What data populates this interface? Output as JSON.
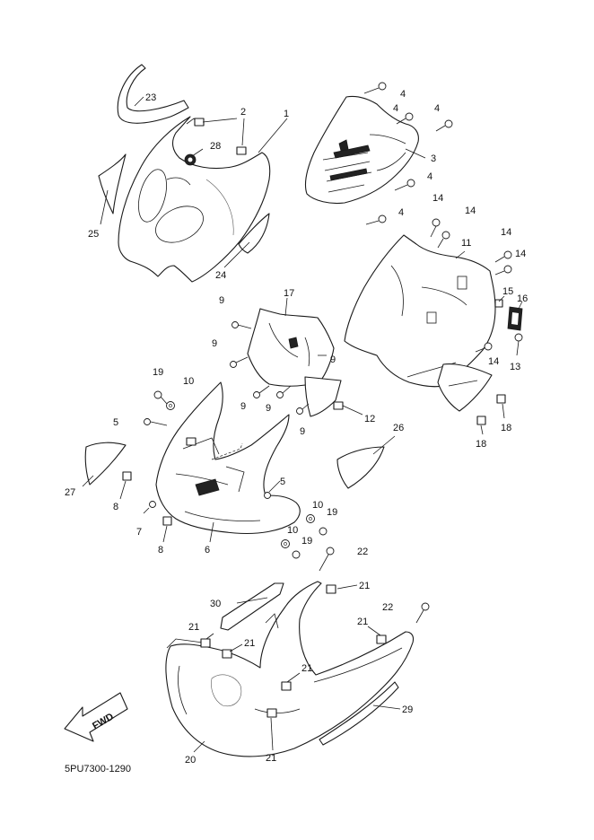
{
  "diagram_code": "5PU7300-1290",
  "fwd_label": "FWD",
  "callouts": {
    "c1": "1",
    "c2": "2",
    "c3": "3",
    "c4a": "4",
    "c4b": "4",
    "c4c": "4",
    "c4d": "4",
    "c4e": "4",
    "c5a": "5",
    "c5b": "5",
    "c6": "6",
    "c7": "7",
    "c8a": "8",
    "c8b": "8",
    "c9a": "9",
    "c9b": "9",
    "c9c": "9",
    "c9d": "9",
    "c9e": "9",
    "c10a": "10",
    "c10b": "10",
    "c10c": "10",
    "c11": "11",
    "c12": "12",
    "c13": "13",
    "c14a": "14",
    "c14b": "14",
    "c14c": "14",
    "c14d": "14",
    "c14e": "14",
    "c15": "15",
    "c16": "16",
    "c17": "17",
    "c18a": "18",
    "c18b": "18",
    "c19a": "19",
    "c19b": "19",
    "c19c": "19",
    "c20": "20",
    "c21a": "21",
    "c21b": "21",
    "c21c": "21",
    "c21d": "21",
    "c21e": "21",
    "c21f": "21",
    "c22a": "22",
    "c22b": "22",
    "c23": "23",
    "c24": "24",
    "c25": "25",
    "c26": "26",
    "c27": "27",
    "c28": "28",
    "c29": "29",
    "c30": "30"
  }
}
